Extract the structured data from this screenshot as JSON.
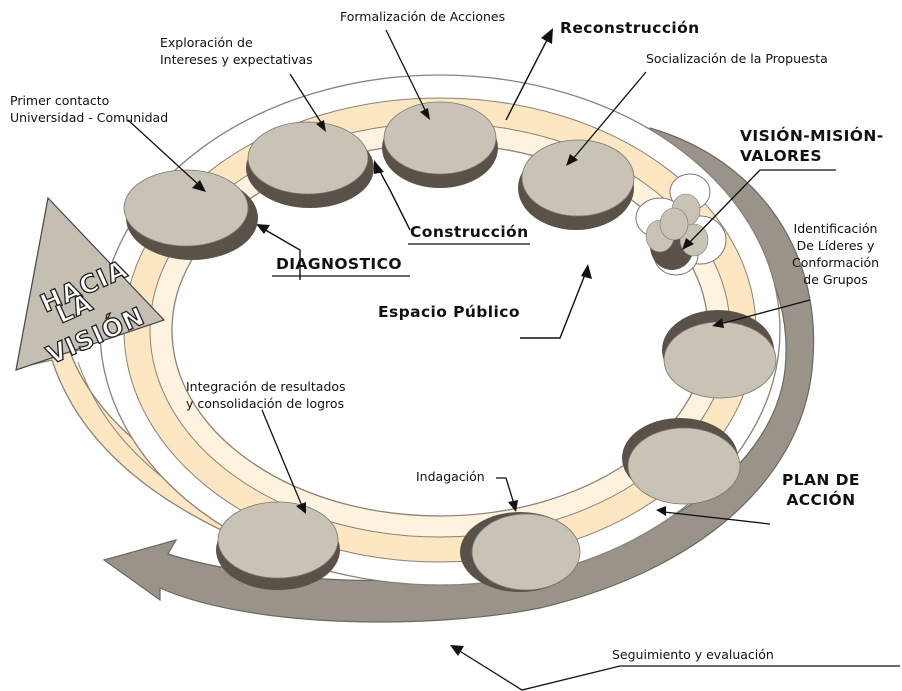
{
  "labels": {
    "primer_contacto": [
      "Primer contacto",
      "Universidad - Comunidad"
    ],
    "exploracion": [
      "Exploración de",
      "Intereses y expectativas"
    ],
    "formalizacion": "Formalización de Acciones",
    "reconstruccion": "Reconstrucción",
    "socializacion": "Socialización de la Propuesta",
    "vision_mision": [
      "VISIÓN-MISIÓN-",
      "VALORES"
    ],
    "identificacion": [
      "Identificación",
      "De Líderes y",
      "Conformación",
      "de Grupos"
    ],
    "construccion": "Construcción",
    "diagnostico": "DIAGNOSTICO",
    "espacio_publico": "Espacio Público",
    "hacia_vision": [
      "HACIA",
      "LA",
      "VISIÓN"
    ],
    "integracion": [
      "Integración de resultados",
      "y consolidación de logros"
    ],
    "indagacion": "Indagación",
    "plan_accion": [
      "PLAN DE",
      "ACCIÓN"
    ],
    "seguimiento": "Seguimiento y evaluación"
  },
  "colors": {
    "disc": "#c8c3b4",
    "disc_shadow": "#5a5248",
    "ring_band": "#fde6c2",
    "arrow": "#9a938a",
    "triangle": "#c4bfb2"
  }
}
